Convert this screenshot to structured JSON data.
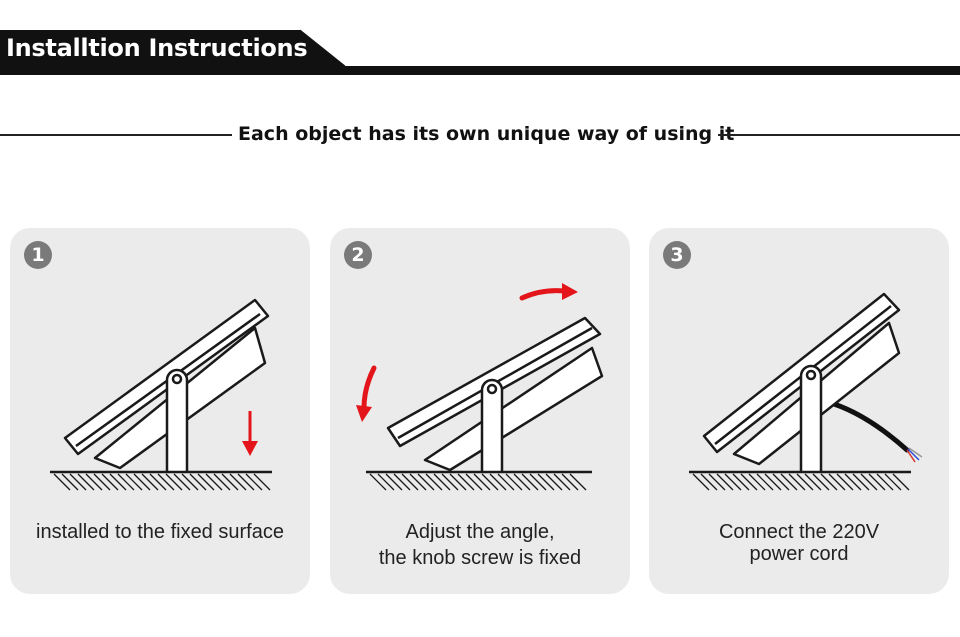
{
  "header": {
    "title": "Installtion Instructions",
    "colors": {
      "banner": "#111111",
      "text": "#ffffff"
    }
  },
  "subtitle": "Each  object has its own unique way of using it",
  "steps": [
    {
      "number": "1",
      "caption_lines": [
        "installed to the fixed surface"
      ],
      "icon": "floodlight-mounted-icon"
    },
    {
      "number": "2",
      "caption_lines": [
        "Adjust the angle,",
        "the knob screw is fixed"
      ],
      "icon": "floodlight-adjust-icon"
    },
    {
      "number": "3",
      "caption_lines": [
        "Connect the 220V",
        "power cord"
      ],
      "icon": "floodlight-cable-icon"
    }
  ],
  "colors": {
    "card_bg": "#ebebeb",
    "badge": "#7a7a7a",
    "arrow": "#e3151a"
  }
}
